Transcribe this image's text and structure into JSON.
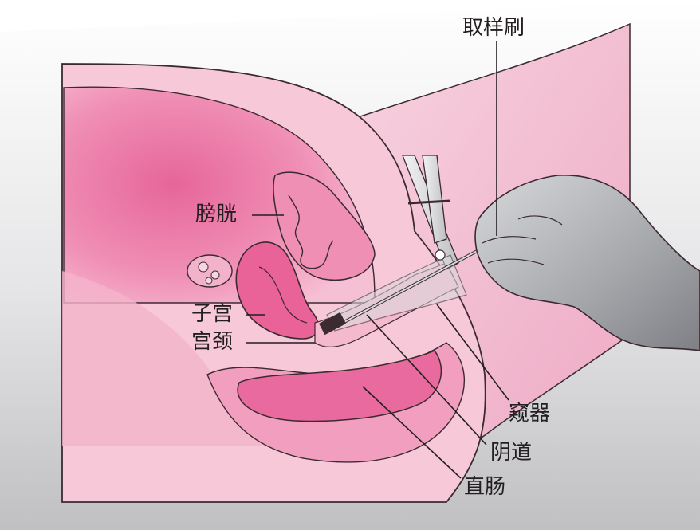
{
  "labels": {
    "brush": "取样刷",
    "bladder": "膀胱",
    "uterus": "子宫",
    "cervix": "宫颈",
    "speculum": "窥器",
    "vagina": "阴道",
    "rectum": "直肠"
  },
  "colors": {
    "background_gray": "#c9c9cb",
    "skin_pink": "#f4c6d6",
    "tissue_pink": "#ef9bbb",
    "deep_pink": "#e25d92",
    "outline": "#3b2a30",
    "speculum": "#d9dadc",
    "hand": "#9d9fa3",
    "label_text": "#231f20"
  },
  "icons": [
    "hand-icon",
    "speculum-icon",
    "brush-icon",
    "ovary-icon"
  ]
}
